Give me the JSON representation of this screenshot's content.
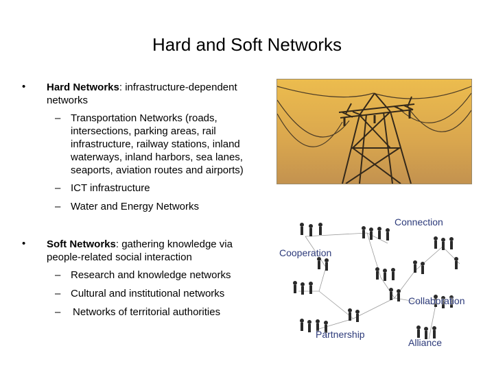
{
  "slide": {
    "title": "Hard and Soft Networks"
  },
  "hard": {
    "bullet": "•",
    "heading": "Hard Networks",
    "text_line1": ": infrastructure-dependent",
    "text_line2": "networks",
    "items": [
      {
        "dash": "–",
        "lines": [
          "Transportation Networks (roads,",
          "intersections, parking areas, rail",
          "infrastructure, railway stations, inland",
          "waterways, inland harbors, sea lanes,",
          "seaports, aviation routes and airports)"
        ]
      },
      {
        "dash": "–",
        "lines": [
          "ICT infrastructure"
        ]
      },
      {
        "dash": "–",
        "lines": [
          "Water and Energy Networks"
        ]
      }
    ]
  },
  "soft": {
    "bullet": "•",
    "heading": "Soft Networks",
    "text_line1": ": gathering knowledge via",
    "text_line2": "people-related social interaction",
    "items": [
      {
        "dash": "–",
        "lines": [
          "Research and knowledge networks"
        ]
      },
      {
        "dash": "–",
        "lines": [
          "Cultural and institutional networks"
        ]
      },
      {
        "dash": "–",
        "lines": [
          "Networks of territorial authorities"
        ]
      }
    ]
  },
  "network_image": {
    "labels": {
      "connection": "Connection",
      "cooperation": "Cooperation",
      "collaboration": "Collaboration",
      "partnership": "Partnership",
      "alliance": "Alliance"
    },
    "label_color": "#2c3a7a"
  },
  "photo": {
    "sky_top": "#e8b74a",
    "sky_bottom": "#c99a4f",
    "structure_color": "#3a2e1e"
  }
}
